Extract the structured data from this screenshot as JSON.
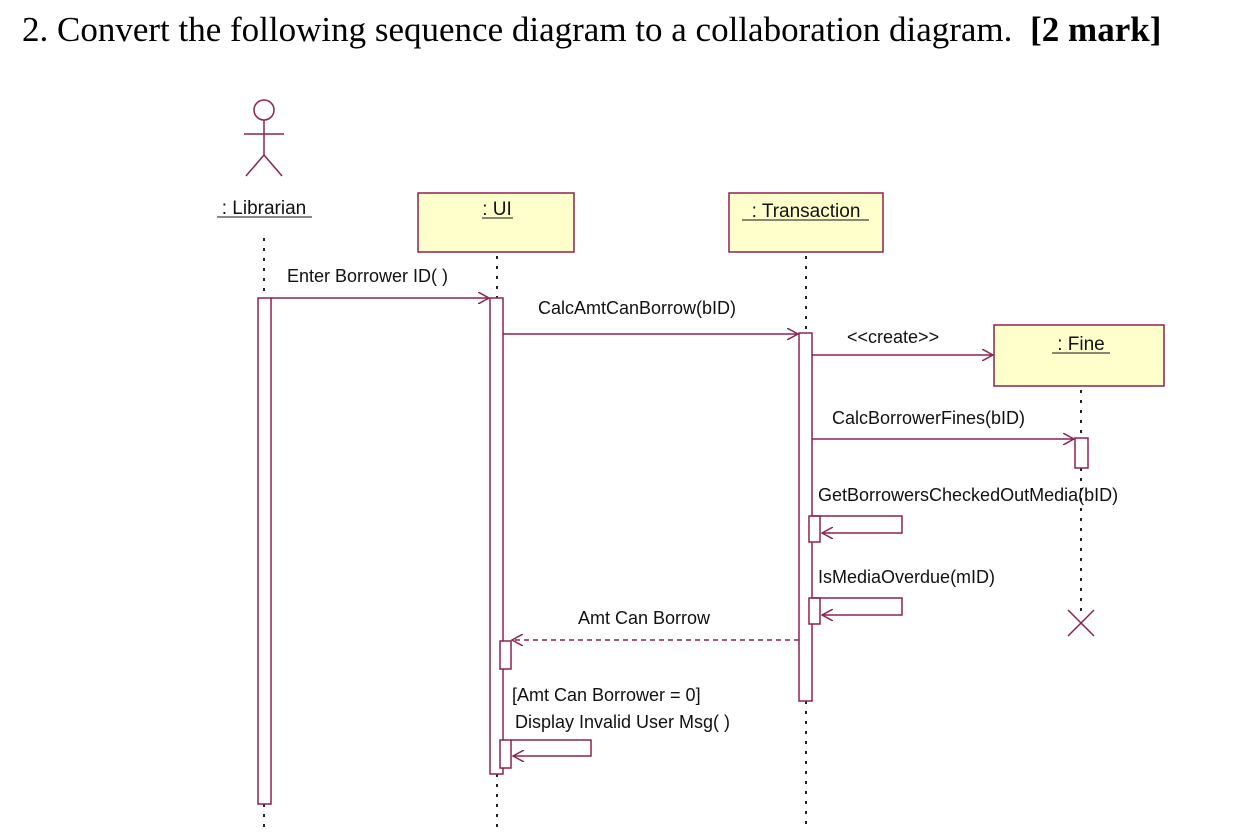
{
  "question": {
    "number": "2.",
    "text": "Convert the following sequence diagram to a collaboration diagram.",
    "mark": "[2 mark]"
  },
  "diagram": {
    "actor": ": Librarian",
    "objects": {
      "ui": ": UI",
      "transaction": ": Transaction",
      "fine": ": Fine"
    },
    "messages": {
      "enter_borrower_id": "Enter Borrower ID( )",
      "calc_amt_can_borrow": "CalcAmtCanBorrow(bID)",
      "create": "<<create>>",
      "calc_borrower_fines": "CalcBorrowerFines(bID)",
      "get_checked_out_media": "GetBorrowersCheckedOutMedia(bID)",
      "is_media_overdue": "IsMediaOverdue(mID)",
      "amt_can_borrow": "Amt Can Borrow",
      "guard": "[Amt Can Borrower = 0]",
      "display_invalid": "Display Invalid User Msg( )"
    },
    "colors": {
      "object_fill": "#ffffcc",
      "object_stroke": "#8b2252",
      "line": "#8b2252"
    }
  }
}
